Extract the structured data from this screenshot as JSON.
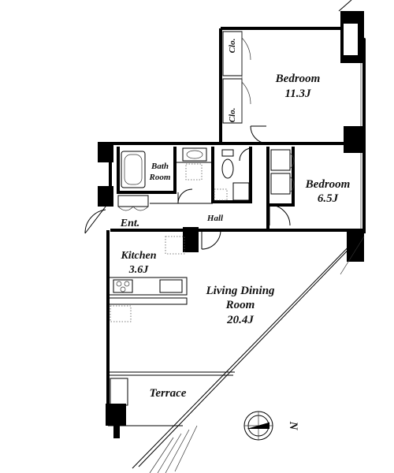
{
  "rooms": {
    "bedroom_large": {
      "name": "Bedroom",
      "size": "11.3J"
    },
    "bedroom_small": {
      "name": "Bedroom",
      "size": "6.5J"
    },
    "bath": {
      "line1": "Bath",
      "line2": "Room"
    },
    "hall": "Hall",
    "entrance": "Ent.",
    "kitchen": {
      "name": "Kitchen",
      "size": "3.6J"
    },
    "living": {
      "line1": "Living Dining",
      "line2": "Room",
      "size": "20.4J"
    },
    "terrace": "Terrace"
  },
  "closets": {
    "upper": "Clo.",
    "lower": "Clo."
  },
  "compass": {
    "label": "N"
  },
  "colors": {
    "wall": "#000000",
    "background": "#ffffff",
    "text": "#111111"
  }
}
